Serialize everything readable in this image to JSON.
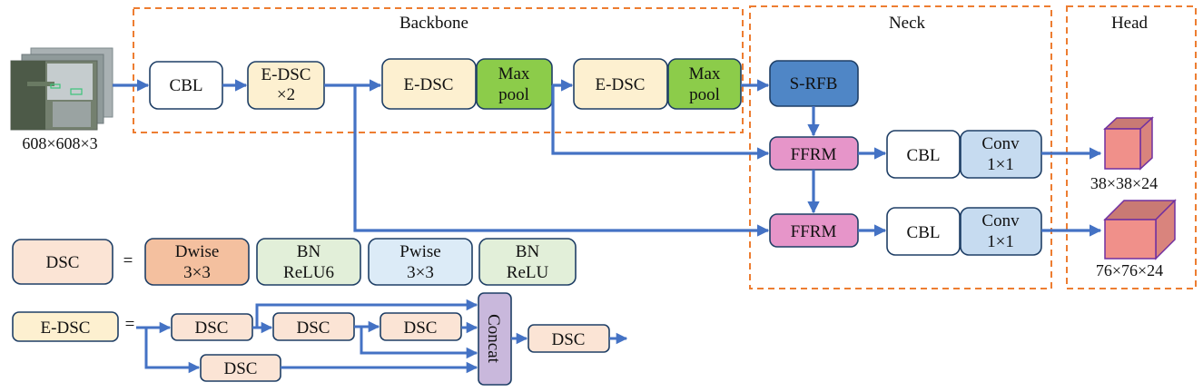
{
  "sections": {
    "backbone": "Backbone",
    "neck": "Neck",
    "head": "Head"
  },
  "input": {
    "size": "608×608×3"
  },
  "backbone": {
    "cbl": "CBL",
    "edsc_x2": [
      "E-DSC",
      "×2"
    ],
    "edsc_1": "E-DSC",
    "maxpool_1": [
      "Max",
      "pool"
    ],
    "edsc_2": "E-DSC",
    "maxpool_2": [
      "Max",
      "pool"
    ]
  },
  "neck": {
    "srfb": "S-RFB",
    "ffrm_1": "FFRM",
    "ffrm_2": "FFRM",
    "cbl_1": "CBL",
    "cbl_2": "CBL",
    "conv_1": [
      "Conv",
      "1×1"
    ],
    "conv_2": [
      "Conv",
      "1×1"
    ]
  },
  "head": {
    "out_1": "38×38×24",
    "out_2": "76×76×24"
  },
  "legend_dsc": {
    "name": "DSC",
    "equals": "=",
    "dwise": [
      "Dwise",
      "3×3"
    ],
    "bn_relu6": [
      "BN",
      "ReLU6"
    ],
    "pwise": [
      "Pwise",
      "3×3"
    ],
    "bn_relu": [
      "BN",
      "ReLU"
    ]
  },
  "legend_edsc": {
    "name": "E-DSC",
    "equals": "=",
    "dsc_a": "DSC",
    "dsc_b": "DSC",
    "dsc_c": "DSC",
    "dsc_d": "DSC",
    "concat": "Concat",
    "dsc_out": "DSC"
  },
  "colors": {
    "arrow": "#4472c4",
    "dashed": "#ed7d31",
    "edsc_fill": "#fdf0d0",
    "maxpool_fill": "#8ccc4a",
    "srfb_fill": "#4f86c6",
    "ffrm_fill": "#e695c9",
    "conv_fill": "#c6dbf0",
    "dwise_fill": "#f4c09f",
    "bn_fill": "#e2efd9",
    "pwise_fill": "#dcebf7",
    "dsc_fill": "#fbe4d5",
    "concat_fill": "#c9b8dc",
    "cube_front": "#f0908a",
    "cube_top": "#c97a74",
    "cube_edge": "#7030a0"
  }
}
